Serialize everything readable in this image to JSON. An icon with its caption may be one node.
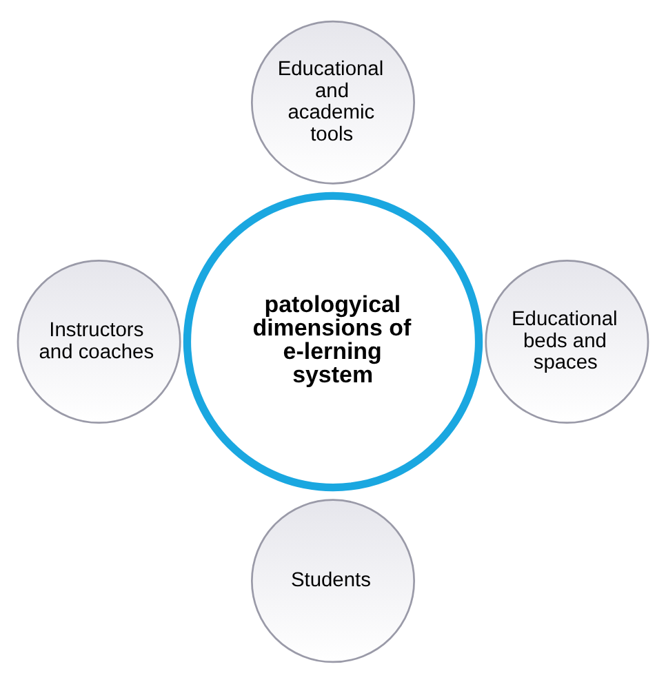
{
  "diagram": {
    "nodes": [
      {
        "text": [
          "Educational and academic tools"
        ]
      },
      {
        "text": [
          "Instructors and coaches"
        ]
      },
      {
        "text": [
          "patologyical dimensions of e-lerning system"
        ]
      },
      {
        "text": [
          "Educational beds and spaces"
        ]
      },
      {
        "text": [
          "Students"
        ]
      }
    ],
    "edges": []
  }
}
